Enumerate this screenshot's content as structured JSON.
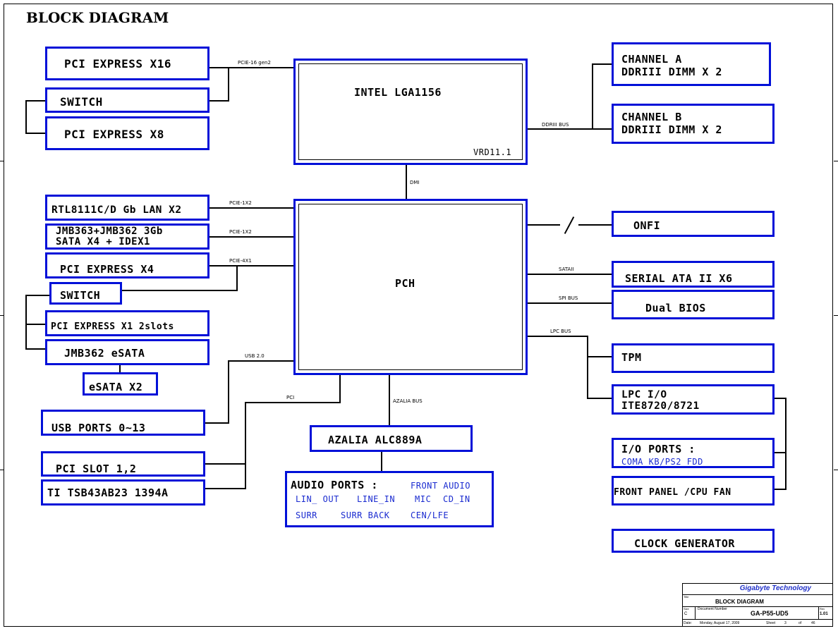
{
  "diagram_title": "BLOCK DIAGRAM",
  "blocks": {
    "cpu": "INTEL LGA1156",
    "cpu_vrd": "VRD11.1",
    "pch": "PCH",
    "pcie_x16": "PCI EXPRESS X16",
    "switch_top": "SWITCH",
    "pcie_x8": "PCI EXPRESS X8",
    "lan": "RTL8111C/D Gb LAN X2",
    "jmb_line1": "JMB363+JMB362 3Gb",
    "jmb_line2": "SATA X4 + IDEX1",
    "pcie_x4": "PCI EXPRESS X4",
    "switch_mid": "SWITCH",
    "pcie_x1": "PCI EXPRESS X1 2slots",
    "jmb362": "JMB362 eSATA",
    "esata": "eSATA X2",
    "usb": "USB PORTS 0~13",
    "pci_slot": "PCI SLOT 1,2",
    "ti": "TI TSB43AB23 1394A",
    "azalia": "AZALIA ALC889A",
    "audio_title": "AUDIO PORTS :",
    "audio_front": "FRONT AUDIO",
    "audio_lin": "LIN_ OUT",
    "audio_linein": "LINE_IN",
    "audio_mic": "MIC",
    "audio_cdin": "CD_IN",
    "audio_surr": "SURR",
    "audio_surrback": "SURR BACK",
    "audio_cen": "CEN/LFE",
    "chan_a1": "CHANNEL A",
    "chan_a2": "DDRIII  DIMM X 2",
    "chan_b1": "CHANNEL B",
    "chan_b2": "DDRIII DIMM X 2",
    "onfi": "ONFI",
    "sata": "SERIAL ATA II X6",
    "bios": "Dual BIOS",
    "tpm": "TPM",
    "lpc1": "LPC I/O",
    "lpc2": "ITE8720/8721",
    "io1": "I/O PORTS :",
    "io2": "COMA  KB/PS2  FDD",
    "front_panel": "FRONT PANEL /CPU FAN",
    "clock": "CLOCK GENERATOR"
  },
  "bus_labels": {
    "pcie16": "PCIE-16 gen2",
    "ddr": "DDRIII BUS",
    "dmi": "DMI",
    "pcie1_a": "PCIE-1X2",
    "pcie1_b": "PCIE-1X2",
    "pcie4": "PCIE-4X1",
    "usb": "USB 2.0",
    "pci": "PCI",
    "azalia": "AZALIA BUS",
    "sata": "SATAII",
    "spi": "SPI BUS",
    "lpc": "LPC BUS"
  },
  "title_block": {
    "company": "Gigabyte Technology",
    "title_label": "Title",
    "title": "BLOCK DIAGRAM",
    "size_label": "Size",
    "size": "C",
    "docnum_label": "Document Number",
    "docnum": "GA-P55-UD5",
    "rev_label": "Rev",
    "rev": "1.01",
    "date_label": "Date:",
    "date": "Monday, August 17, 2009",
    "sheet_label": "Sheet",
    "sheet": "3",
    "of_label": "of",
    "sheets": "46"
  }
}
